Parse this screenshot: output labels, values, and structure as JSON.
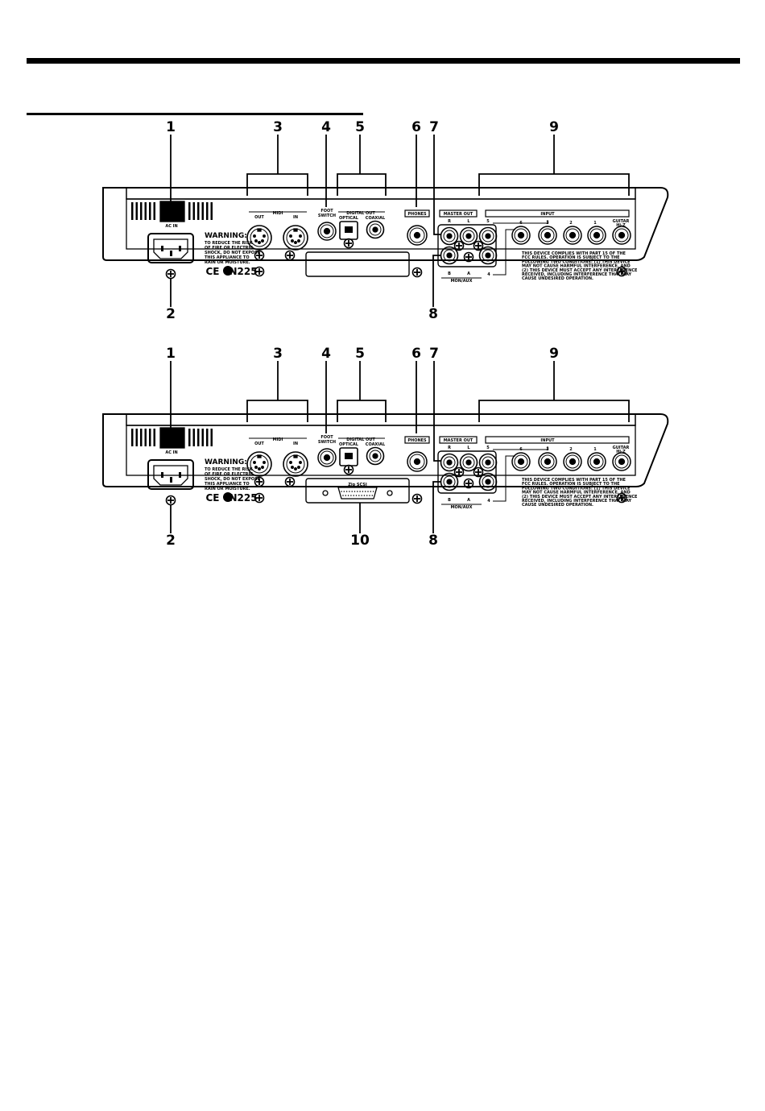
{
  "panels": [
    {
      "id": "panel-top",
      "callouts": [
        "1",
        "2",
        "3",
        "4",
        "5",
        "6",
        "7",
        "8",
        "9"
      ],
      "has_zip_port": false
    },
    {
      "id": "panel-bottom",
      "callouts": [
        "1",
        "2",
        "3",
        "4",
        "5",
        "6",
        "7",
        "8",
        "9",
        "10"
      ],
      "has_zip_port": true
    }
  ],
  "labels": {
    "ac_in": "AC IN",
    "midi": "MIDI",
    "out": "OUT",
    "in": "IN",
    "foot_switch_1": "FOOT",
    "foot_switch_2": "SWITCH",
    "digital_out": "DIGITAL OUT",
    "optical": "OPTICAL",
    "coaxial": "COAXIAL",
    "phones": "PHONES",
    "master_out": "MASTER OUT",
    "input": "INPUT",
    "r": "R",
    "l": "L",
    "b": "B",
    "a": "A",
    "mon_aux": "MON/AUX",
    "in1": "1",
    "in2": "2",
    "in3": "3",
    "in4": "4",
    "in5": "5",
    "in6": "6",
    "guitar_1": "GUITAR",
    "guitar_2": "Hi-Z",
    "warning_title": "WARNING:",
    "warning_lines": [
      "TO REDUCE THE RISK",
      "OF FIRE OR ELECTRIC",
      "SHOCK, DO NOT EXPOSE",
      "THIS APPLIANCE TO",
      "RAIN OR MOISTURE."
    ],
    "ce": "CE",
    "n225": "N225",
    "fcc_lines": [
      "THIS DEVICE COMPLIES WITH PART 15 OF THE",
      "FCC RULES. OPERATION IS SUBJECT TO THE",
      "FOLLOWING TWO CONDITIONS: (1) THIS DEVICE",
      "MAY NOT CAUSE HARMFUL INTERFERENCE, AND",
      "(2) THIS DEVICE MUST ACCEPT ANY INTERFERENCE",
      "RECEIVED, INCLUDING INTERFERENCE THAT MAY",
      "CAUSE UNDESIRED OPERATION."
    ],
    "zip_scsi": "Zip SCSI"
  },
  "colors": {
    "ink": "#000000",
    "panel": "#ffffff",
    "paper": "#ffffff"
  }
}
